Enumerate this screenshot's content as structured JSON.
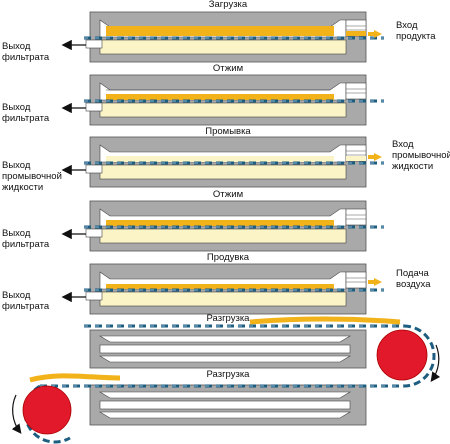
{
  "colors": {
    "frame": "#a9a9a9",
    "frame_dark": "#7a7a7a",
    "slot": "#ffffff",
    "product": "#f2b21a",
    "filtrate": "#fbf4c6",
    "belt_dark": "#1d5d80",
    "belt_light": "#8fb5cf",
    "roller": "#e2182b",
    "arrow_in": "#f2b21a",
    "arrow_out": "#111111"
  },
  "stages": [
    {
      "title": "Загрузка",
      "right_label": "Вход\nпродукта",
      "left_label": "Выход\nфильтрата"
    },
    {
      "title": "Отжим",
      "right_label": "",
      "left_label": "Выход\nфильтрата"
    },
    {
      "title": "Промывка",
      "right_label": "Вход\nпромывочной\nжидкости",
      "left_label": "Выход\nпромывочной\nжидкости"
    },
    {
      "title": "Отжим",
      "right_label": "",
      "left_label": "Выход\nфильтрата"
    },
    {
      "title": "Продувка",
      "right_label": "Подача\nвоздуха",
      "left_label": "Выход\nфильтрата"
    }
  ],
  "discharge": [
    {
      "title": "Разгрузка"
    },
    {
      "title": "Разгрузка"
    }
  ]
}
